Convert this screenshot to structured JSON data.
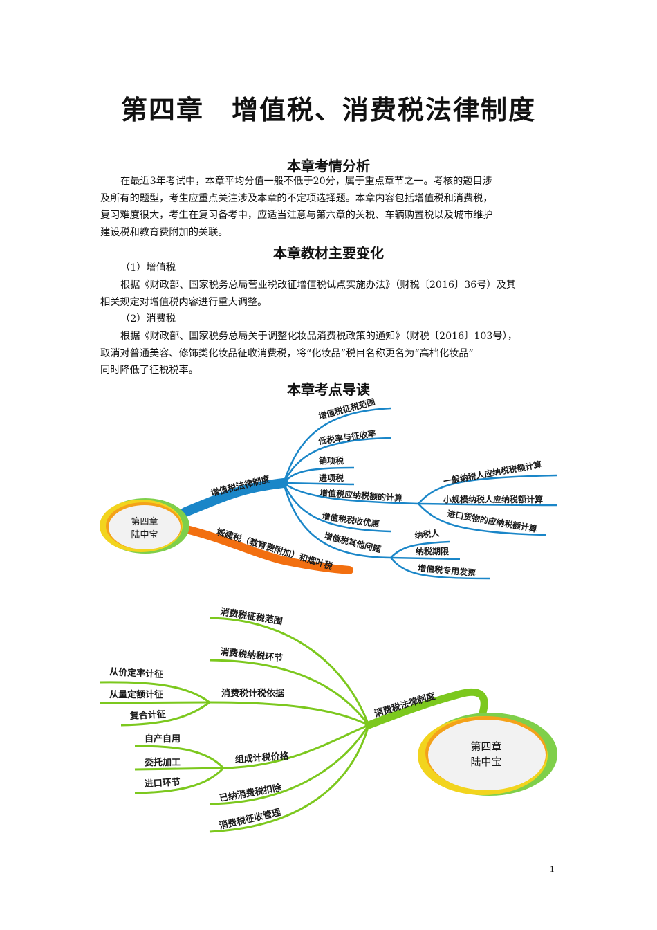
{
  "title": {
    "chapter": "第四章",
    "name": "增值税、消费税法律制度"
  },
  "section_analysis": {
    "heading": "本章考情分析",
    "paragraph_lines": [
      "在最近3年考试中，本章平均分值一般不低于20分，属于重点章节之一。考核的题目涉",
      "及所有的题型，考生应重点关注涉及本章的不定项选择题。本章内容包括增值税和消费税，",
      "复习难度很大，考生在复习备考中，应适当注意与第六章的关税、车辆购置税以及城市维护",
      "建设税和教育费附加的关联。"
    ]
  },
  "section_changes": {
    "heading": "本章教材主要变化",
    "items": [
      {
        "label": "（1）增值税",
        "lines": [
          "根据《财政部、国家税务总局营业税改征增值税试点实施办法》（财税〔2016〕36号）及其",
          "相关规定对增值税内容进行重大调整。"
        ]
      },
      {
        "label": "（2）消费税",
        "lines": [
          "根据《财政部、国家税务总局关于调整化妆品消费税政策的通知》（财税〔2016〕103号），",
          "取消对普通美容、修饰类化妆品征收消费税，将“化妆品”税目名称更名为“高档化妆品”",
          "同时降低了征税税率。"
        ]
      }
    ]
  },
  "section_guide": {
    "heading": "本章考点导读"
  },
  "mindmap_vat": {
    "center": {
      "line1": "第四章",
      "line2": "陆中宝"
    },
    "colors": {
      "vat_branch": "#1a86c8",
      "other_branch": "#f26f10",
      "ring_green": "#7fcf4a",
      "ring_yellow": "#f2d41e",
      "ring_orange": "#f4a21a",
      "center_fill": "#f2f2f2"
    },
    "main_branch": "增值税法律制度",
    "second_branch": "城建税（教育费附加）和烟叶税",
    "topics": [
      "增值税征税范围",
      "低税率与征收率",
      "销项税",
      "进项税",
      "增值税应纳税额的计算",
      "增值税税收优惠",
      "增值税其他问题"
    ],
    "calc_subtopics": [
      "一般纳税人应纳税税额计算",
      "小规模纳税人应纳税额计算",
      "进口货物的应纳税额计算"
    ],
    "other_subtopics": [
      "纳税人",
      "纳税期限",
      "增值税专用发票"
    ]
  },
  "mindmap_consumption": {
    "center": {
      "line1": "第四章",
      "line2": "陆中宝"
    },
    "colors": {
      "branch": "#7cc81e",
      "ring_green": "#7fcf4a",
      "ring_yellow": "#f2d41e",
      "ring_orange": "#f4a21a",
      "center_fill": "#f2f2f2"
    },
    "main_branch": "消费税法律制度",
    "topics": [
      "消费税征税范围",
      "消费税纳税环节",
      "消费税计税依据",
      "组成计税价格",
      "已纳消费税扣除",
      "消费税征收管理"
    ],
    "basis_subtopics": [
      "从价定率计征",
      "从量定额计征",
      "复合计征"
    ],
    "price_subtopics": [
      "自产自用",
      "委托加工",
      "进口环节"
    ]
  },
  "page_number": "1"
}
